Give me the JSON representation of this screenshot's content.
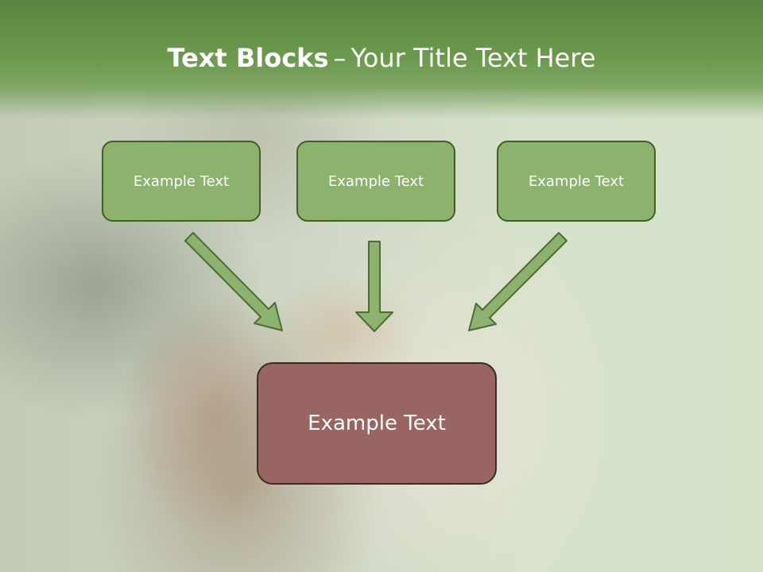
{
  "slide": {
    "title_bold": "Text Blocks",
    "title_separator": "–",
    "title_rest": "Your Title Text Here"
  },
  "diagram": {
    "source_boxes": [
      {
        "label": "Example Text"
      },
      {
        "label": "Example Text"
      },
      {
        "label": "Example Text"
      }
    ],
    "target_box": {
      "label": "Example Text"
    }
  },
  "colors": {
    "header_green": "#6c9a4d",
    "box_fill": "#8db26e",
    "box_border": "#3f5f29",
    "target_fill": "#986563",
    "target_border": "#3a2a28",
    "arrow_fill": "#8db26e"
  }
}
